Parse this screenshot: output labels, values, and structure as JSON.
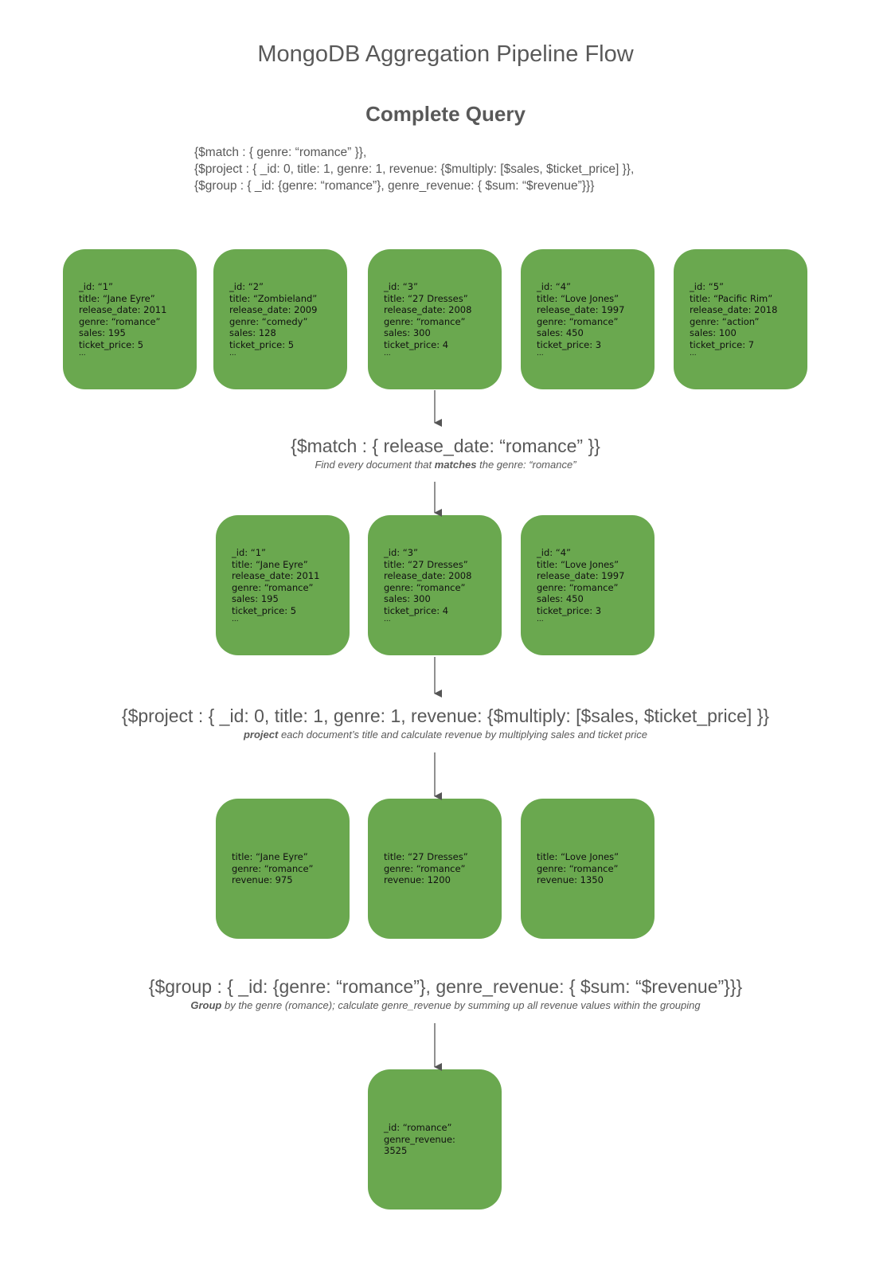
{
  "title": "MongoDB Aggregation Pipeline Flow",
  "subtitle": "Complete Query",
  "complete_query": [
    "{$match : { genre: “romance” }},",
    "{$project : { _id: 0, title: 1, genre: 1, revenue: {$multiply: [$sales, $ticket_price] }},",
    "{$group : { _id: {genre: “romance”}, genre_revenue: { $sum: “$revenue”}}}"
  ],
  "input_documents": [
    {
      "id": "_id: “1”",
      "title": "title: “Jane Eyre”",
      "release_date": "release_date: 2011",
      "genre": "genre: “romance”",
      "sales": "sales: 195",
      "ticket_price": "ticket_price: 5",
      "more": "..."
    },
    {
      "id": "_id: “2”",
      "title": "title: “Zombieland”",
      "release_date": "release_date: 2009",
      "genre": "genre: “comedy”",
      "sales": "sales: 128",
      "ticket_price": "ticket_price: 5",
      "more": "..."
    },
    {
      "id": "_id: “3”",
      "title": "title: “27 Dresses”",
      "release_date": "release_date: 2008",
      "genre": "genre: “romance”",
      "sales": "sales: 300",
      "ticket_price": "ticket_price: 4",
      "more": "..."
    },
    {
      "id": "_id: “4”",
      "title": "title: “Love Jones”",
      "release_date": "release_date: 1997",
      "genre": "genre: “romance”",
      "sales": "sales: 450",
      "ticket_price": "ticket_price: 3",
      "more": "..."
    },
    {
      "id": "_id: “5”",
      "title": "title: “Pacific Rim”",
      "release_date": "release_date: 2018",
      "genre": "genre: “action”",
      "sales": "sales: 100",
      "ticket_price": "ticket_price: 7",
      "more": "..."
    }
  ],
  "match_stage": {
    "code": "{$match : { release_date: “romance” }}",
    "desc_before": "Find every document that ",
    "desc_bold": "matches",
    "desc_after": " the genre: “romance”"
  },
  "matched_documents": [
    {
      "id": "_id: “1”",
      "title": "title: “Jane Eyre”",
      "release_date": "release_date: 2011",
      "genre": "genre: “romance”",
      "sales": "sales: 195",
      "ticket_price": "ticket_price: 5",
      "more": "..."
    },
    {
      "id": "_id: “3”",
      "title": "title: “27 Dresses”",
      "release_date": "release_date: 2008",
      "genre": "genre: “romance”",
      "sales": "sales: 300",
      "ticket_price": "ticket_price: 4",
      "more": "..."
    },
    {
      "id": "_id: “4”",
      "title": "title: “Love Jones”",
      "release_date": "release_date: 1997",
      "genre": "genre: “romance”",
      "sales": "sales: 450",
      "ticket_price": "ticket_price: 3",
      "more": "..."
    }
  ],
  "project_stage": {
    "code": "{$project : { _id: 0, title: 1, genre: 1, revenue: {$multiply: [$sales, $ticket_price] }}",
    "desc_bold": "project",
    "desc_after": " each document’s title and calculate revenue by multiplying sales and ticket price"
  },
  "projected_documents": [
    {
      "title": "title: “Jane Eyre”",
      "genre": "genre: “romance”",
      "revenue": "revenue: 975"
    },
    {
      "title": "title: “27 Dresses”",
      "genre": "genre: “romance”",
      "revenue": "revenue: 1200"
    },
    {
      "title": "title: “Love Jones”",
      "genre": "genre: “romance”",
      "revenue": "revenue: 1350"
    }
  ],
  "group_stage": {
    "code": "{$group : { _id: {genre: “romance”}, genre_revenue: { $sum: “$revenue”}}}",
    "desc_bold": "Group",
    "desc_after": " by the genre (romance); calculate genre_revenue by summing up all revenue values within the grouping"
  },
  "result_document": {
    "id": "_id: “romance”",
    "genre_revenue": "genre_revenue:",
    "value": "3525"
  },
  "colors": {
    "box_fill": "#6aa84f",
    "text": "#595959",
    "arrow": "#555555"
  }
}
